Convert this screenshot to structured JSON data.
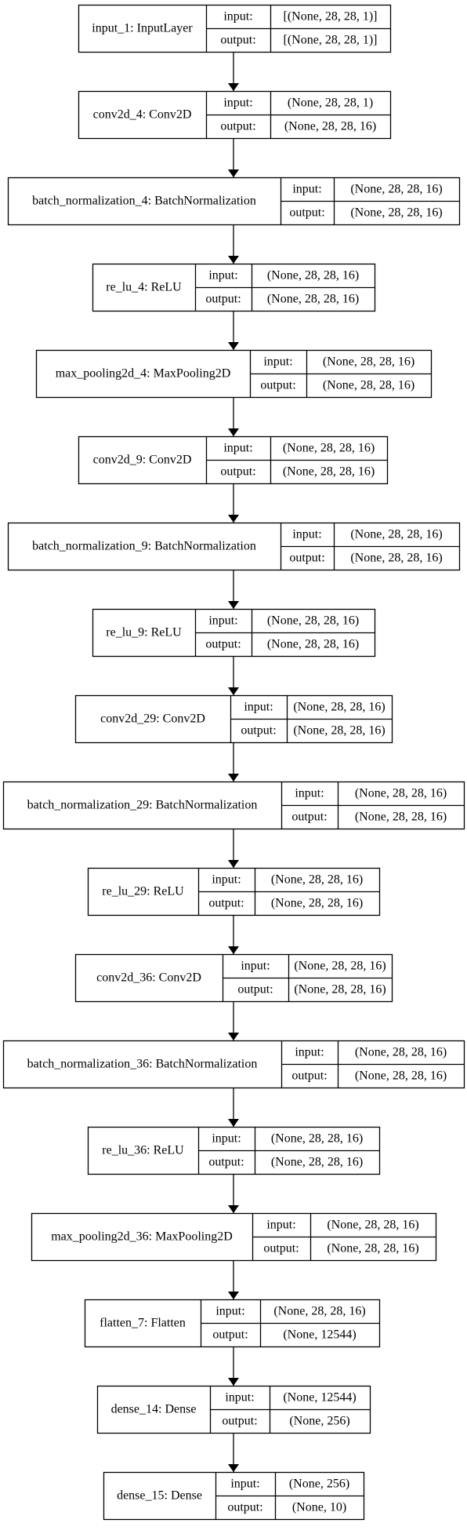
{
  "diagram": {
    "labels": {
      "input": "input:",
      "output": "output:"
    },
    "layers": [
      {
        "name": "input_1: InputLayer",
        "input": "[(None, 28, 28, 1)]",
        "output": "[(None, 28, 28, 1)]"
      },
      {
        "name": "conv2d_4: Conv2D",
        "input": "(None, 28, 28, 1)",
        "output": "(None, 28, 28, 16)"
      },
      {
        "name": "batch_normalization_4: BatchNormalization",
        "input": "(None, 28, 28, 16)",
        "output": "(None, 28, 28, 16)"
      },
      {
        "name": "re_lu_4: ReLU",
        "input": "(None, 28, 28, 16)",
        "output": "(None, 28, 28, 16)"
      },
      {
        "name": "max_pooling2d_4: MaxPooling2D",
        "input": "(None, 28, 28, 16)",
        "output": "(None, 28, 28, 16)"
      },
      {
        "name": "conv2d_9: Conv2D",
        "input": "(None, 28, 28, 16)",
        "output": "(None, 28, 28, 16)"
      },
      {
        "name": "batch_normalization_9: BatchNormalization",
        "input": "(None, 28, 28, 16)",
        "output": "(None, 28, 28, 16)"
      },
      {
        "name": "re_lu_9: ReLU",
        "input": "(None, 28, 28, 16)",
        "output": "(None, 28, 28, 16)"
      },
      {
        "name": "conv2d_29: Conv2D",
        "input": "(None, 28, 28, 16)",
        "output": "(None, 28, 28, 16)"
      },
      {
        "name": "batch_normalization_29: BatchNormalization",
        "input": "(None, 28, 28, 16)",
        "output": "(None, 28, 28, 16)"
      },
      {
        "name": "re_lu_29: ReLU",
        "input": "(None, 28, 28, 16)",
        "output": "(None, 28, 28, 16)"
      },
      {
        "name": "conv2d_36: Conv2D",
        "input": "(None, 28, 28, 16)",
        "output": "(None, 28, 28, 16)"
      },
      {
        "name": "batch_normalization_36: BatchNormalization",
        "input": "(None, 28, 28, 16)",
        "output": "(None, 28, 28, 16)"
      },
      {
        "name": "re_lu_36: ReLU",
        "input": "(None, 28, 28, 16)",
        "output": "(None, 28, 28, 16)"
      },
      {
        "name": "max_pooling2d_36: MaxPooling2D",
        "input": "(None, 28, 28, 16)",
        "output": "(None, 28, 28, 16)"
      },
      {
        "name": "flatten_7: Flatten",
        "input": "(None, 28, 28, 16)",
        "output": "(None, 12544)"
      },
      {
        "name": "dense_14: Dense",
        "input": "(None, 12544)",
        "output": "(None, 256)"
      },
      {
        "name": "dense_15: Dense",
        "input": "(None, 256)",
        "output": "(None, 10)"
      }
    ]
  }
}
